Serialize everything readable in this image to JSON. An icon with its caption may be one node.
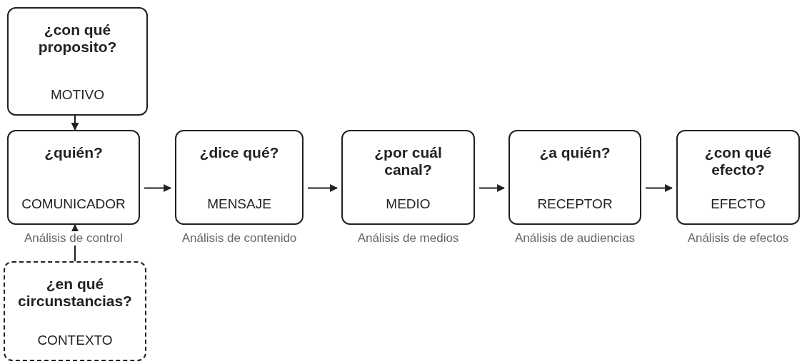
{
  "diagram": {
    "nodes": [
      {
        "text": [
          "¿con qué proposito?",
          "MOTIVO"
        ]
      },
      {
        "text": [
          "¿quién?",
          "COMUNICADOR"
        ],
        "beside": [
          "Análisis de control"
        ]
      },
      {
        "text": [
          "¿dice qué?",
          "MENSAJE"
        ],
        "beside": [
          "Análisis de contenido"
        ]
      },
      {
        "text": [
          "¿por cuál canal?",
          "MEDIO"
        ],
        "beside": [
          "Análisis de medios"
        ]
      },
      {
        "text": [
          "¿a quién?",
          "RECEPTOR"
        ],
        "beside": [
          "Análisis de audiencias"
        ]
      },
      {
        "text": [
          "¿con qué efecto?",
          "EFECTO"
        ],
        "beside": [
          "Análisis de efectos"
        ]
      },
      {
        "text": [
          "¿en qué circunstancias?",
          "CONTEXTO"
        ]
      }
    ],
    "edges": [
      {
        "from": 0,
        "to": 1,
        "arrow": "to"
      },
      {
        "from": 6,
        "to": 1,
        "arrow": "to"
      },
      {
        "from": 1,
        "to": 2,
        "arrow": "to"
      },
      {
        "from": 2,
        "to": 3,
        "arrow": "to"
      },
      {
        "from": 3,
        "to": 4,
        "arrow": "to"
      },
      {
        "from": 4,
        "to": 5,
        "arrow": "to"
      }
    ]
  }
}
